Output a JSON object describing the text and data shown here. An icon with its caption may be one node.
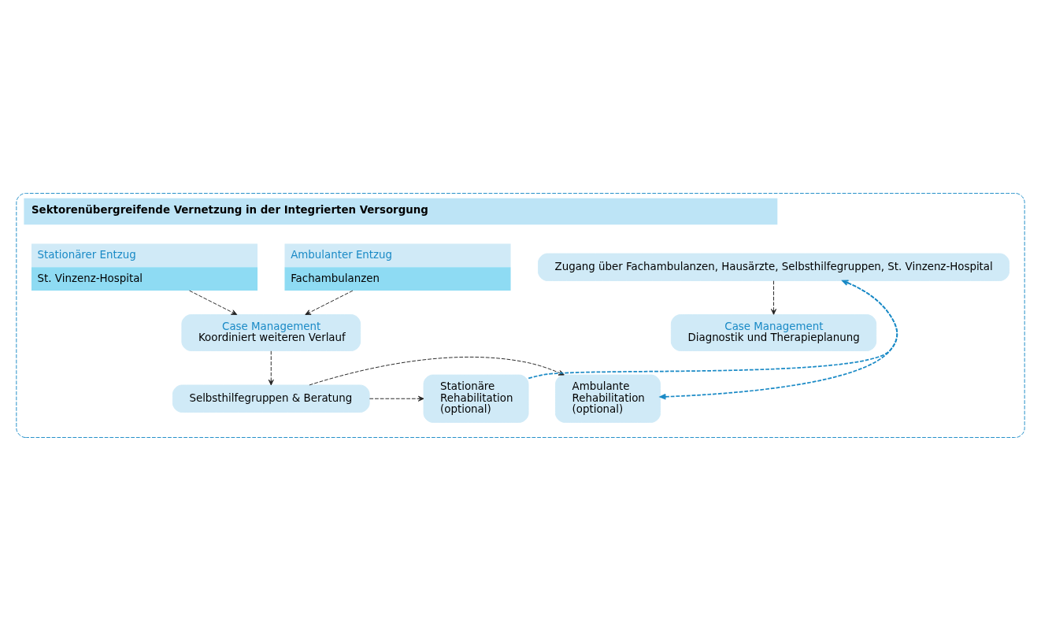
{
  "diagram": {
    "nodes": [
      {
        "text": [
          "Sektorenübergreifende Vernetzung in der Integrierten Versorgung"
        ]
      },
      {
        "text": [
          "Zugang über Fachambulanzen, Hausärzte, Selbsthilfegruppen, St. Vinzenz-Hospital"
        ],
        "in": 0
      },
      {
        "text": [
          "Case Management",
          "Diagnostik und Therapieplanung"
        ],
        "in": 0
      },
      {
        "text": [
          "Ambulanter Entzug",
          "Fachambulanzen"
        ],
        "in": 0
      },
      {
        "text": [
          "Stationärer Entzug",
          "St. Vinzenz-Hospital"
        ],
        "in": 0
      },
      {
        "text": [
          "Case Management",
          "Koordiniert weiteren Verlauf"
        ],
        "in": 0
      },
      {
        "text": [
          "Ambulante Rehabilitation (optional)"
        ],
        "in": 0
      },
      {
        "text": [
          "Selbsthilfegruppen & Beratung"
        ],
        "in": 0
      },
      {
        "text": [
          "Stationäre Rehabilitation (optional)"
        ],
        "in": 0
      }
    ],
    "edges": [
      {
        "from": 1,
        "to": 2,
        "arrow": "to",
        "style": "dashed"
      },
      {
        "from": 3,
        "to": 5,
        "arrow": "to",
        "style": "dashed"
      },
      {
        "from": 4,
        "to": 5,
        "arrow": "to",
        "style": "dashed"
      },
      {
        "from": 5,
        "to": 7,
        "arrow": "to",
        "style": "dashed"
      },
      {
        "from": 7,
        "to": 6,
        "arrow": "to",
        "style": "dashed"
      },
      {
        "from": 7,
        "to": 8,
        "arrow": "to",
        "style": "dashed"
      },
      {
        "from": 8,
        "to": 1,
        "arrow": "to",
        "style": "dashed",
        "color": "#1a8ac6"
      },
      {
        "from": 1,
        "to": 6,
        "arrow": "to",
        "style": "dashed",
        "color": "#1a8ac6"
      }
    ]
  }
}
